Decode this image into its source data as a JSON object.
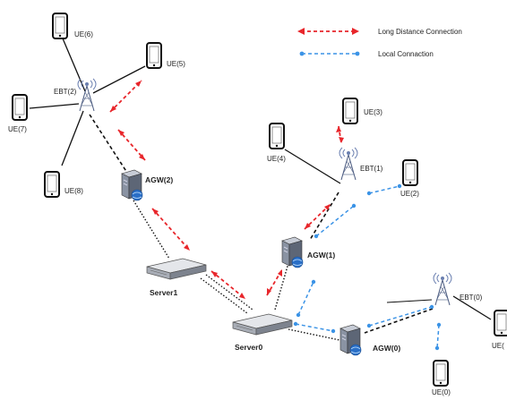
{
  "legend": {
    "long_label": "Long Distance Connection",
    "local_label": "Local Connaction",
    "long_color": "#e8262b",
    "local_color": "#3b93e6"
  },
  "nodes": {
    "ue6": "UE(6)",
    "ue5": "UE(5)",
    "ue7": "UE(7)",
    "ue8": "UE(8)",
    "ebt2": "EBT(2)",
    "agw2": "AGW(2)",
    "server1": "Server1",
    "ue3": "UE(3)",
    "ue4": "UE(4)",
    "ebt1": "EBT(1)",
    "ue2": "UE(2)",
    "agw1": "AGW(1)",
    "server0": "Server0",
    "agw0": "AGW(0)",
    "ebt0": "EBT(0)",
    "ue1": "UE(",
    "ue0": "UE(0)"
  },
  "icons": {
    "phone": "smartphone-icon",
    "tower": "antenna-tower-icon",
    "gateway": "access-gateway-icon",
    "server": "rack-server-icon"
  }
}
